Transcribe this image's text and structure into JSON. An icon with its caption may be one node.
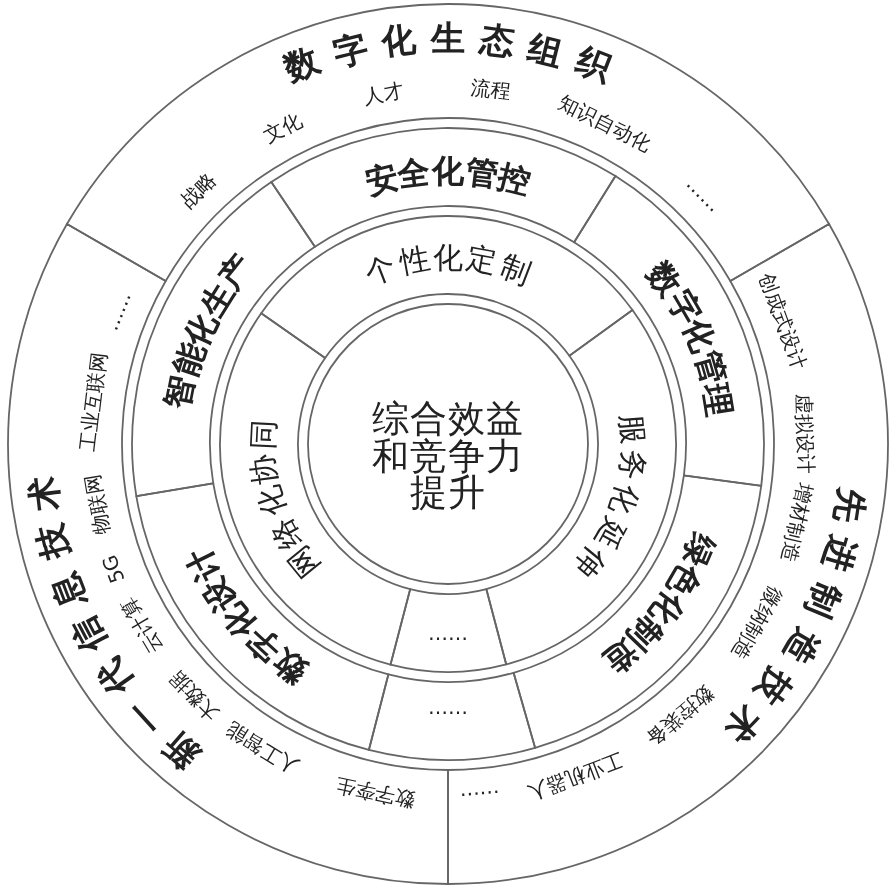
{
  "diagram": {
    "nodes": [
      {
        "text": [
          "数字化生态组织",
          "战略",
          "文化",
          "人才",
          "流程",
          "知识自动化",
          "……"
        ]
      },
      {
        "text": [
          "先进制造技术",
          "创成式设计",
          "虚拟设计",
          "增材制造",
          "微纳制造",
          "数控装备",
          "工业机器人",
          "……"
        ]
      },
      {
        "text": [
          "新一代信息技术",
          "数字孪生",
          "人工智能",
          "大数据",
          "云计算",
          "5G",
          "物联网",
          "工业互联网",
          "……"
        ]
      },
      {
        "text": [
          "安全化管控"
        ]
      },
      {
        "text": [
          "数字化管理"
        ]
      },
      {
        "text": [
          "绿色化制造"
        ]
      },
      {
        "text": [
          "……"
        ]
      },
      {
        "text": [
          "数字化设计"
        ]
      },
      {
        "text": [
          "智能化生产"
        ]
      },
      {
        "text": [
          "个性化定制"
        ]
      },
      {
        "text": [
          "服务化延伸"
        ]
      },
      {
        "text": [
          "……"
        ]
      },
      {
        "text": [
          "网络化协同"
        ]
      },
      {
        "text": [
          "综合效益和竞争力提升"
        ]
      }
    ]
  }
}
